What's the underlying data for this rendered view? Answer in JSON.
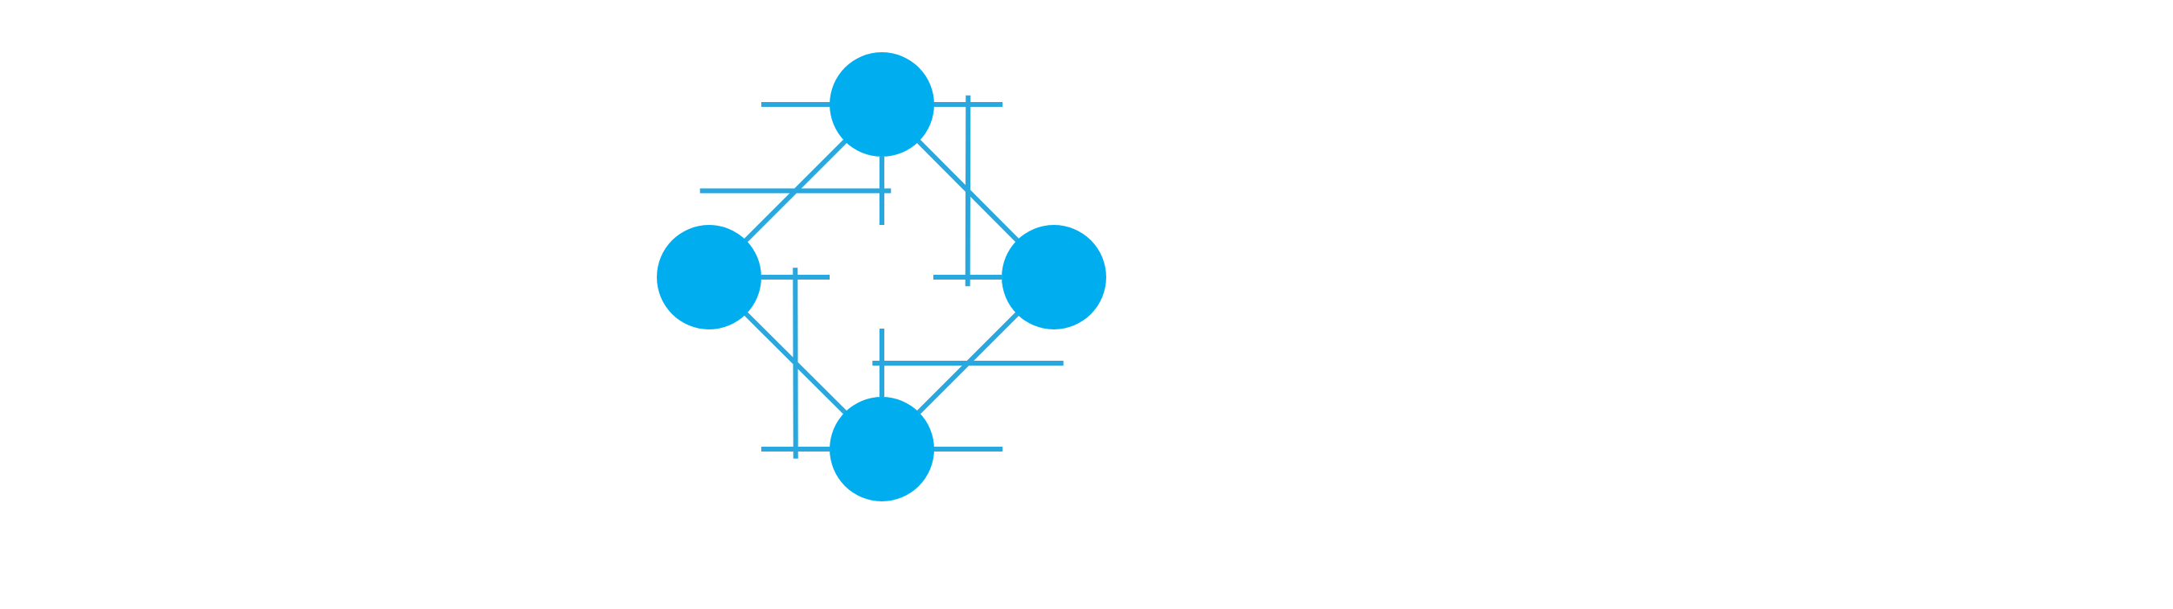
{
  "diagram": {
    "type": "network-topology",
    "colors": {
      "node_fill": "#00AEEF",
      "link_stroke": "#29A8E0",
      "background": "#FFFFFF"
    },
    "nodes": [
      {
        "id": "node-top",
        "icon": "network-node-icon"
      },
      {
        "id": "node-left",
        "icon": "network-node-icon"
      },
      {
        "id": "node-right",
        "icon": "network-node-icon"
      },
      {
        "id": "node-bottom",
        "icon": "network-node-icon"
      }
    ],
    "links": [
      {
        "from": "node-top",
        "to": "node-left"
      },
      {
        "from": "node-top",
        "to": "node-right"
      },
      {
        "from": "node-bottom",
        "to": "node-left"
      },
      {
        "from": "node-bottom",
        "to": "node-right"
      },
      {
        "from": "node-top",
        "to": "node-bottom"
      },
      {
        "from": "node-left",
        "to": "node-right"
      }
    ]
  }
}
